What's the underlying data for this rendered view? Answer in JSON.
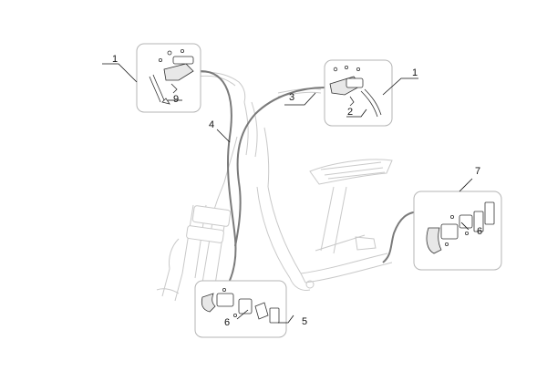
{
  "callouts": {
    "c1_left": "1",
    "c1_right": "1",
    "c2": "2",
    "c3": "3",
    "c4": "4",
    "c5": "5",
    "c6_rear": "6",
    "c6_front": "6",
    "c7": "7",
    "c9": "9"
  },
  "colors": {
    "frame": "#c9c9c9",
    "cable": "#7a7a7a",
    "parts": "#333333",
    "callout_box": "#b5b5b5"
  }
}
